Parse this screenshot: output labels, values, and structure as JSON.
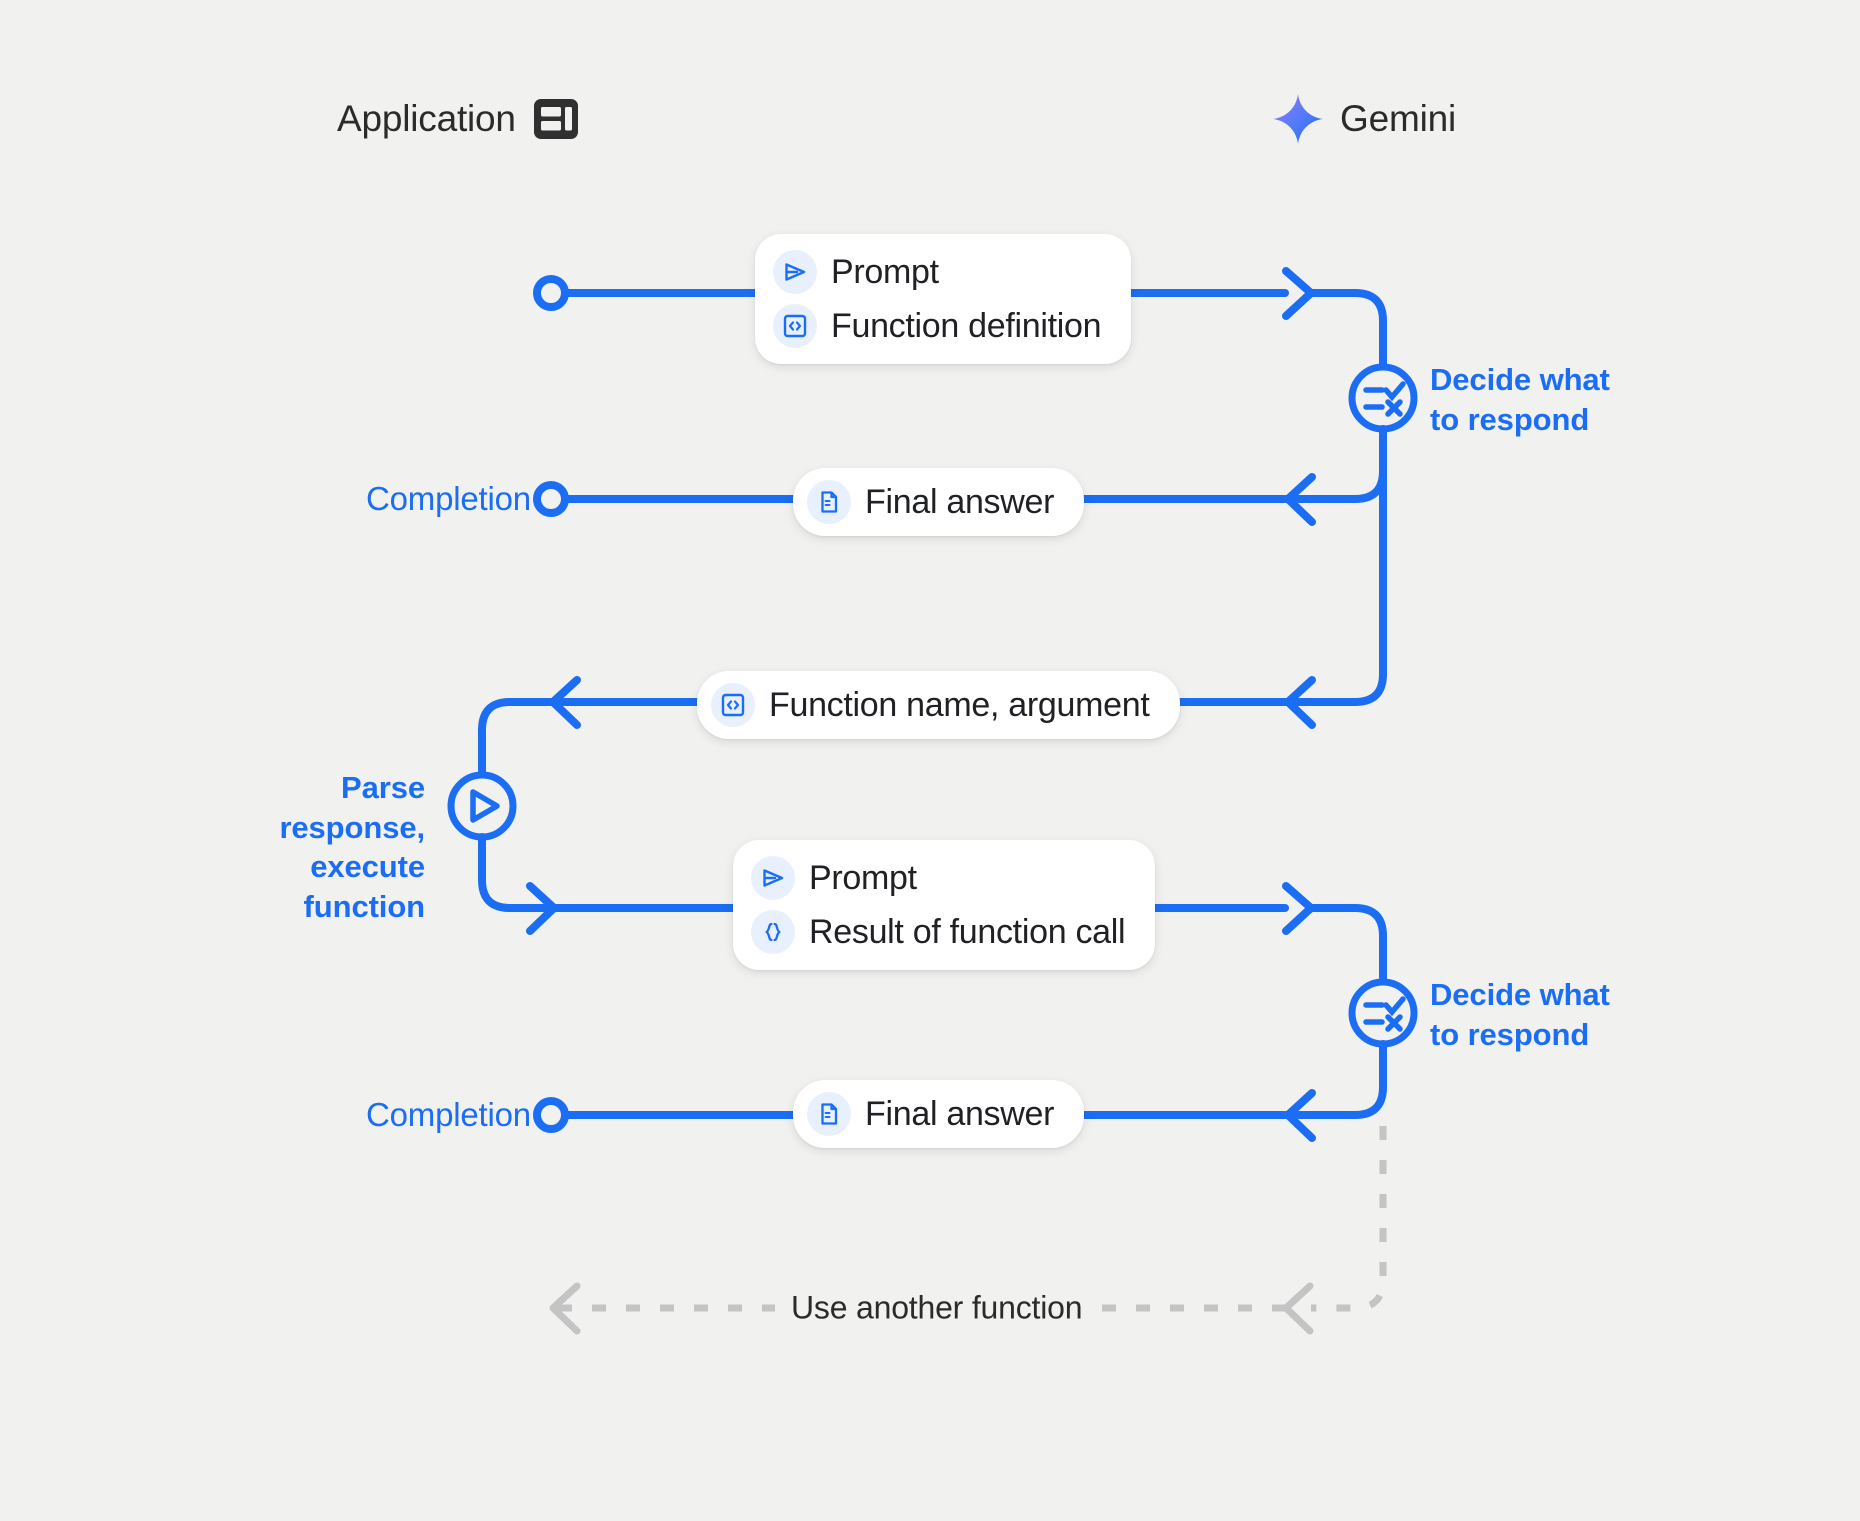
{
  "diagram": {
    "title": "Gemini function calling sequence",
    "background_color": "#f1f1ef",
    "accent_color": "#1b6ef3",
    "muted_color": "#c4c4c4",
    "chip_background": "#e8f0fe"
  },
  "actors": {
    "application": {
      "label": "Application",
      "icon": "application-window-icon"
    },
    "gemini": {
      "label": "Gemini",
      "icon": "gemini-sparkle-icon"
    }
  },
  "messages": {
    "request_one": {
      "rows": [
        {
          "icon": "send-icon",
          "text": "Prompt"
        },
        {
          "icon": "code-brackets-icon",
          "text": "Function definition"
        }
      ]
    },
    "final_answer_one": {
      "rows": [
        {
          "icon": "document-icon",
          "text": "Final answer"
        }
      ]
    },
    "function_call": {
      "rows": [
        {
          "icon": "code-brackets-icon",
          "text": "Function name,  argument"
        }
      ]
    },
    "request_two": {
      "rows": [
        {
          "icon": "send-icon",
          "text": "Prompt"
        },
        {
          "icon": "curly-braces-icon",
          "text": "Result of function call"
        }
      ]
    },
    "final_answer_two": {
      "rows": [
        {
          "icon": "document-icon",
          "text": "Final answer"
        }
      ]
    }
  },
  "annotations": {
    "decide_one": "Decide what\nto respond",
    "decide_two": "Decide what\nto respond",
    "parse_execute": "Parse response,\nexecute function",
    "completion_one": "Completion",
    "completion_two": "Completion",
    "loop_back": "Use another function"
  },
  "nodes": {
    "decide_one_icon": "checklist-decide-icon",
    "decide_two_icon": "checklist-decide-icon",
    "parse_execute_icon": "play-icon"
  }
}
